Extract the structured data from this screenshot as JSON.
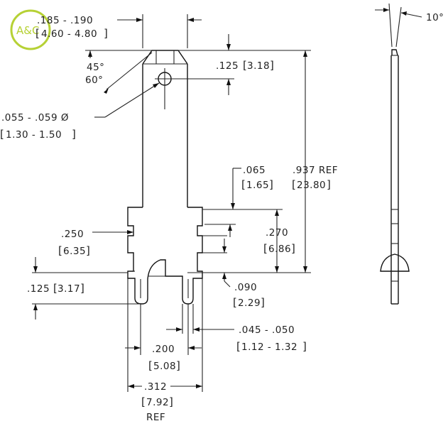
{
  "logo": {
    "text": "A&C",
    "color": "#b6d135"
  },
  "dims": {
    "top_width_in": ".185  -  .190",
    "top_width_mm": "4.60  -  4.80",
    "chamfer_angle_1": "45°",
    "chamfer_angle_2": "60°",
    "hole_in": ".125",
    "hole_mm": "3.18",
    "hole_dia_in": ".055  -  .059  Ø",
    "hole_dia_mm": "1.30  -  1.50",
    "overall_in": ".937  REF",
    "overall_mm": "23.80",
    "d065_in": ".065",
    "d065_mm": "1.65",
    "d250_in": ".250",
    "d250_mm": "6.35",
    "d270_in": ".270",
    "d270_mm": "6.86",
    "d125b_in": ".125",
    "d125b_mm": "3.17",
    "d090_in": ".090",
    "d090_mm": "2.29",
    "slot_in": ".045  -  .050",
    "slot_mm": "1.12  -  1.32",
    "d200_in": ".200",
    "d200_mm": "5.08",
    "d312_in": ".312",
    "d312_mm": "7.92",
    "d312_ref": "REF",
    "side_angle": "10°"
  }
}
